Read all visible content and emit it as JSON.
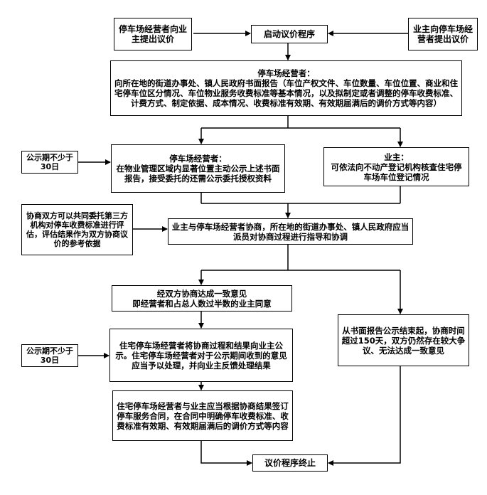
{
  "nodes": {
    "operator_propose": "停车场经营者向业主提出议价",
    "start": "启动议价程序",
    "owner_propose": "业主向停车场经营者提出议价",
    "report": {
      "title": "停车场经营者：",
      "body": "向所在地的街道办事处、镇人民政府书面报告（车位产权文件、车位数量、车位位置、商业和住宅停车位区分情况、车位物业服务收费标准等基本情况，以及拟制定或者调整的停车收费标准、计费方式、制定依据、成本情况、收费标准有效期、有效期届满后的调价方式等内容）"
    },
    "publicity_left_1": "公示期不少于30日",
    "operator_publicize": {
      "title": "停车场经营者：",
      "body": "在物业管理区域内显著位置主动公示上述书面报告，接受委托的还需公示委托授权资料"
    },
    "owner_check": {
      "title": "业主：",
      "body": "可依法向不动产登记机构核查住宅停车场车位登记情况"
    },
    "third_party": "协商双方可以共同委托第三方机构对停车收费标准进行评估，评估结果作为双方协商议价的参考依据",
    "negotiate": "业主与停车场经营者协商，所在地的街道办事处、镇人民政府应当派员对协商过程进行指导和协调",
    "agree": "经双方协商达成一致意见\n即经营者和占总人数过半数的业主同意",
    "no_agree": "从书面报告公示结束起，协商时间超过150天，双方仍然存在较大争议、无法达成一致意见",
    "publicity_left_2": "公示期不少于30日",
    "result_publicize": "住宅停车场经营者将协商过程和结果向业主公示。住宅停车场经营者对于公示期间收到的意见应当予以处理，并向业主反馈处理结果",
    "contract": "住宅停车场经营者与业主应当根据协商结果签订停车服务合同，在合同中明确停车收费标准、收费标准有效期、有效期届满后的调价方式等内容",
    "end": "议价程序终止"
  }
}
